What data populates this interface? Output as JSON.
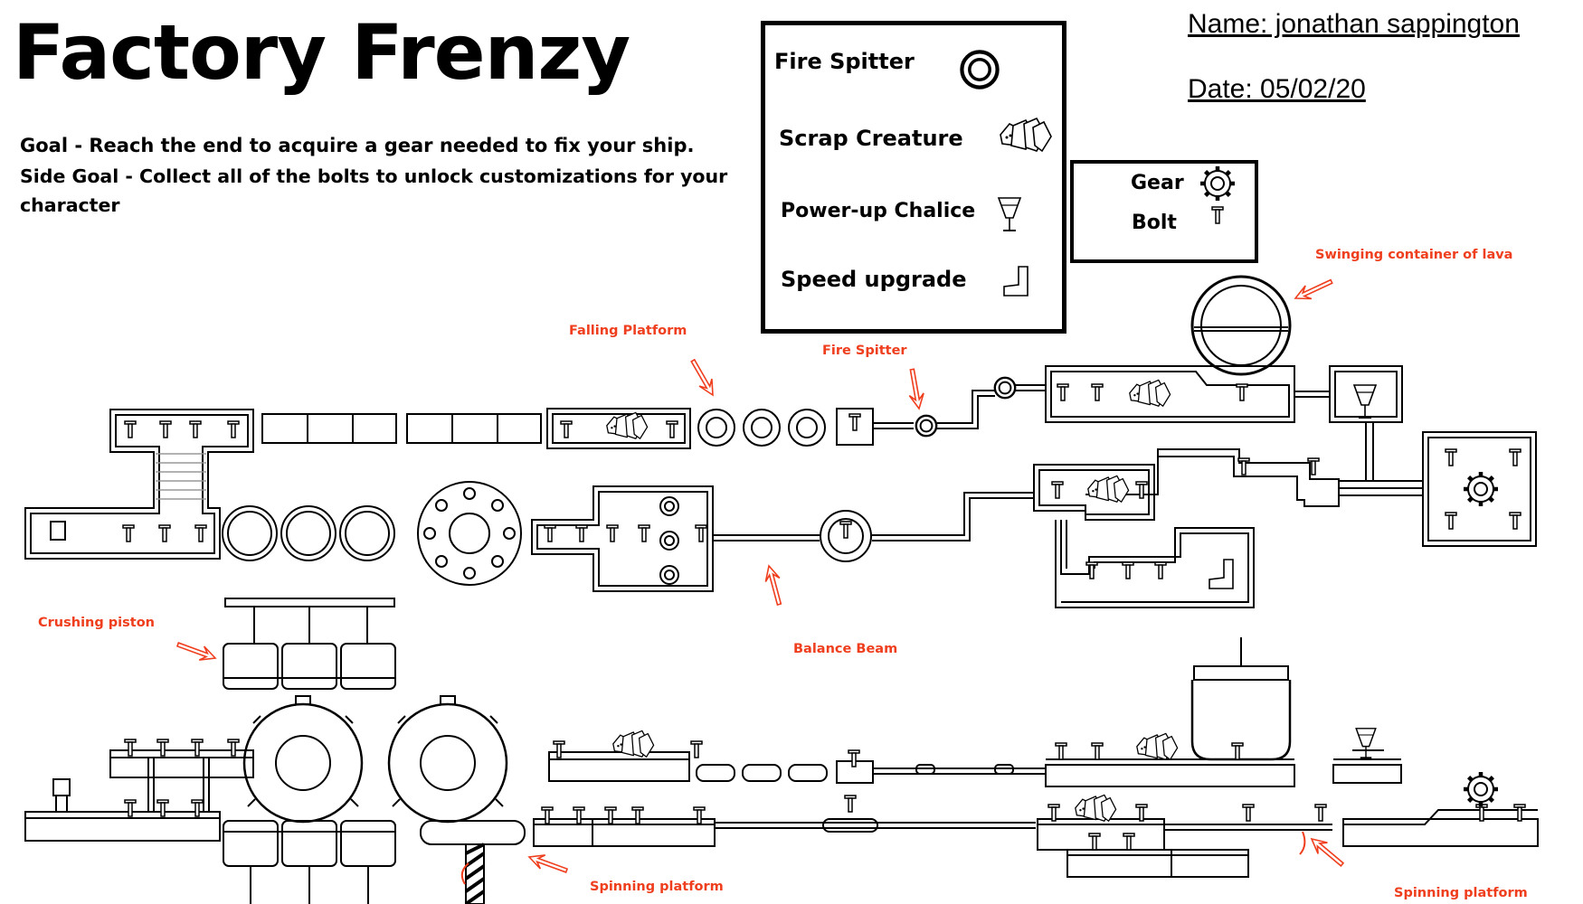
{
  "title": "Factory Frenzy",
  "goal": "Goal - Reach the end to acquire a gear needed to fix your ship.",
  "side_goal": "Side Goal - Collect all of the bolts to unlock customizations for your character",
  "name": "Name:  jonathan sappington",
  "date": "Date: 05/02/20",
  "legend": [
    {
      "label": "Fire Spitter",
      "icon": "fire-spitter-icon"
    },
    {
      "label": "Scrap Creature",
      "icon": "scrap-creature-icon"
    },
    {
      "label": "Power-up Chalice",
      "icon": "chalice-icon"
    },
    {
      "label": "Speed upgrade",
      "icon": "boot-icon"
    }
  ],
  "legend_small": [
    {
      "label": "Gear",
      "icon": "gear-icon"
    },
    {
      "label": "Bolt",
      "icon": "bolt-icon"
    }
  ],
  "annotations": {
    "falling_platform": "Falling Platform",
    "fire_spitter": "Fire Spitter",
    "swinging_container": "Swinging container of lava",
    "crushing_piston": "Crushing piston",
    "balance_beam": "Balance Beam",
    "spinning_platform_1": "Spinning platform",
    "spinning_platform_2": "Spinning platform"
  },
  "colors": {
    "annotation": "#ef3e1d",
    "ink": "#000000",
    "stairs": "#cccccc"
  }
}
